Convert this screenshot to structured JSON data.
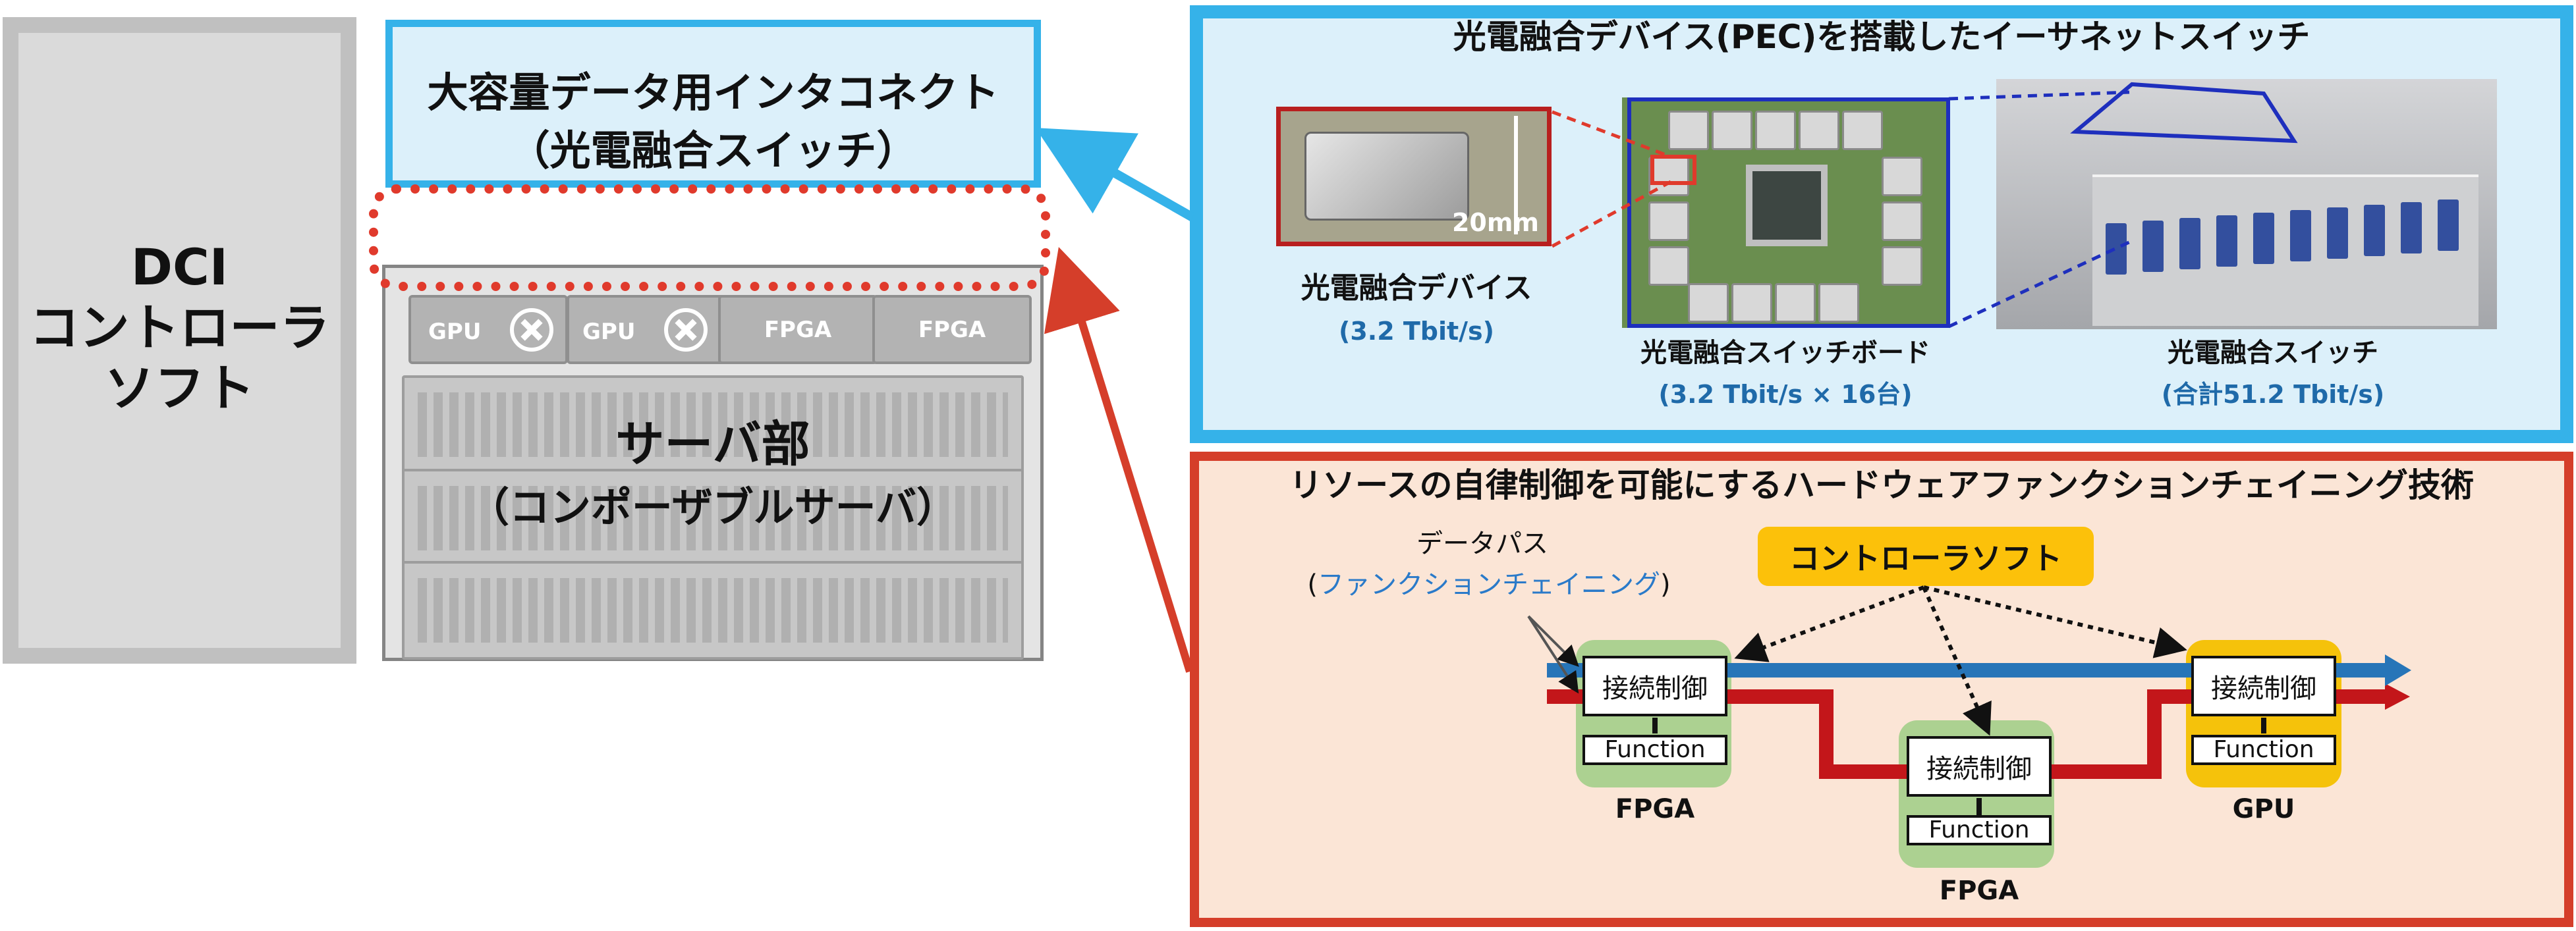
{
  "left": {
    "dci_label": "DCI\nコントローラ\nソフト",
    "interconnect_title": "大容量データ用インタコネクト",
    "interconnect_sub": "（光電融合スイッチ）",
    "gpu_card_label": "GPU",
    "fpga_card_label": "FPGA",
    "server_title": "サーバ部",
    "server_sub": "（コンポーザブルサーバ）"
  },
  "pec_panel": {
    "title": "光電融合デバイス(PEC)を搭載したイーサネットスイッチ",
    "device": {
      "dimension": "20mm",
      "label": "光電融合デバイス",
      "rate": "(3.2 Tbit/s)"
    },
    "board": {
      "label": "光電融合スイッチボード",
      "rate": "(3.2 Tbit/s × 16台)"
    },
    "switch": {
      "label": "光電融合スイッチ",
      "rate": "(合計51.2 Tbit/s)"
    }
  },
  "resource_panel": {
    "title": "リソースの自律制御を可能にするハードウェアファンクションチェイニング技術",
    "datapath": "データパス",
    "datapath_detail_open": "(",
    "datapath_detail": "ファンクションチェイニング",
    "datapath_detail_close": ")",
    "controller_soft": "コントローラソフト",
    "connection_control": "接続制御",
    "function_label": "Function",
    "chips": [
      "FPGA",
      "FPGA",
      "GPU"
    ]
  },
  "colors": {
    "blue_accent": "#35b2e9",
    "red_accent": "#d53e2a",
    "dark_blue_path": "#2775b8",
    "red_path": "#c3161a",
    "controller_yellow": "#fcc10a",
    "fpga_halo": "#a8d08d",
    "gpu_halo": "#f4c000",
    "rate_blue": "#1f6aa9"
  }
}
